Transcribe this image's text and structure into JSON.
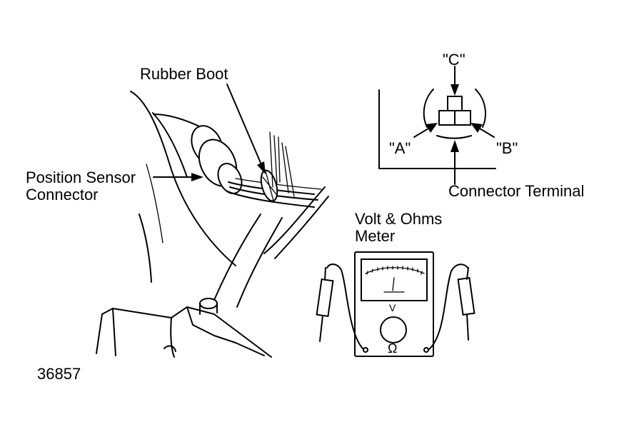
{
  "labels": {
    "rubber_boot": "Rubber Boot",
    "position_sensor_line1": "Position Sensor",
    "position_sensor_line2": "Connector",
    "terminal_c": "\"C\"",
    "terminal_a": "\"A\"",
    "terminal_b": "\"B\"",
    "connector_terminal": "Connector Terminal",
    "meter_line1": "Volt & Ohms",
    "meter_line2": "Meter",
    "figure_id": "36857"
  },
  "meter": {
    "dial_symbol": "V",
    "ohm_symbol": "Ω"
  },
  "icons": [
    "sensor-connector-illustration",
    "volt-ohm-meter-illustration",
    "connector-terminal-illustration"
  ]
}
